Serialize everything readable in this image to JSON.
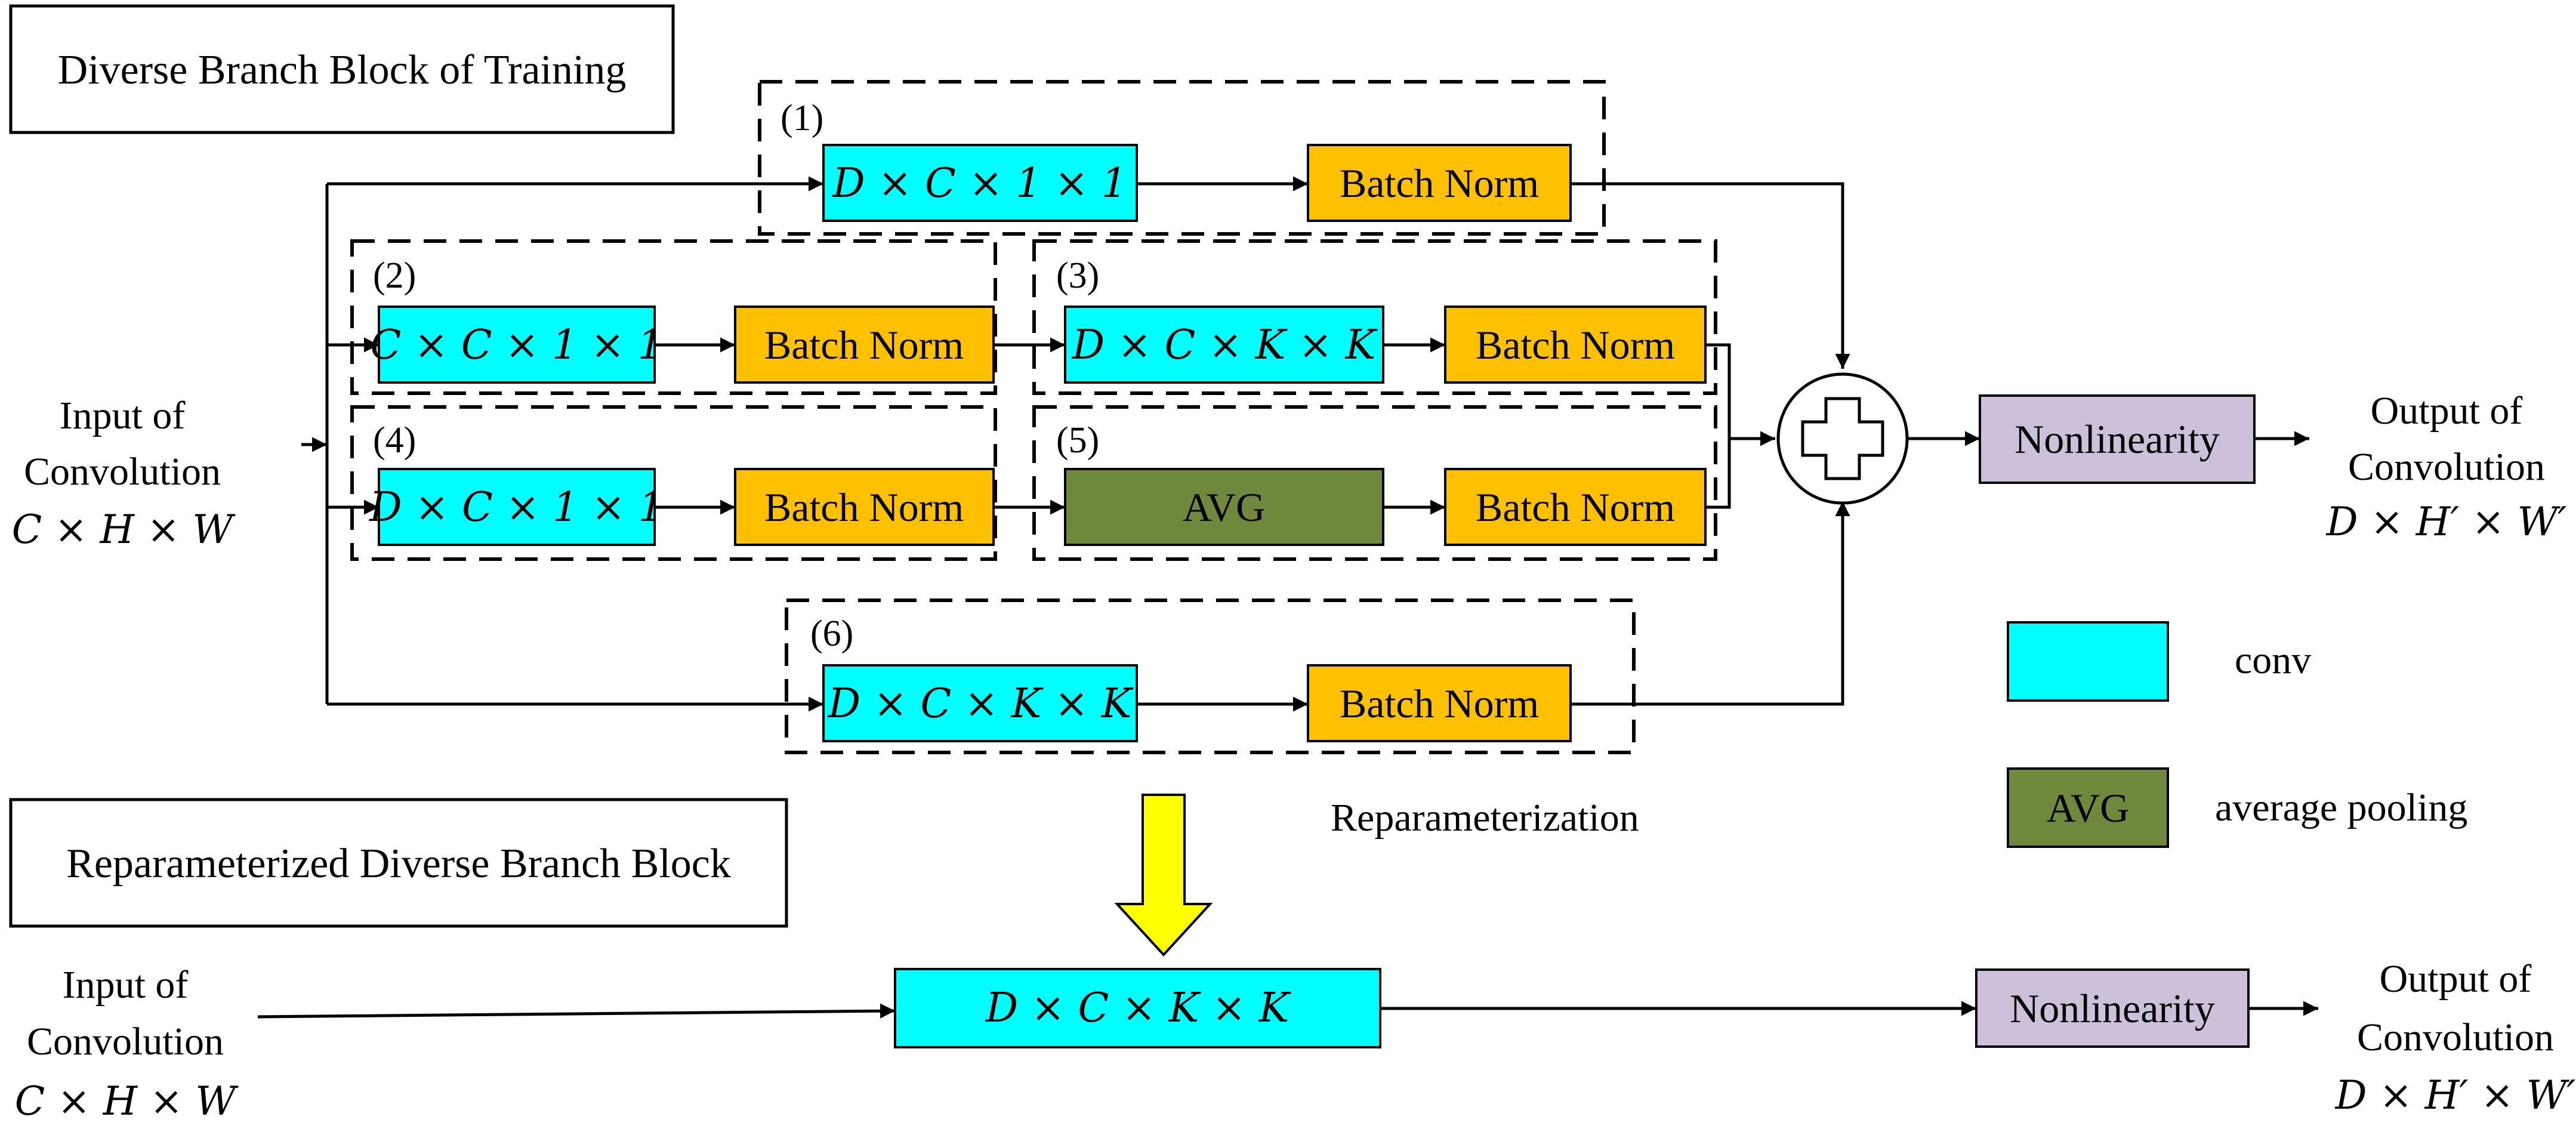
{
  "titles": {
    "training": "Diverse Branch Block of Training",
    "reparam": "Reparameterized Diverse Branch Block"
  },
  "top": {
    "input_label_1": "Input of",
    "input_label_2": "Convolution",
    "input_dims": "C × H × W",
    "output_label_1": "Output of",
    "output_label_2": "Convolution",
    "output_dims": "D × H′ × W′"
  },
  "bottom": {
    "input_label_1": "Input of",
    "input_label_2": "Convolution",
    "input_dims": "C × H × W",
    "output_label_1": "Output of",
    "output_label_2": "Convolution",
    "output_dims": "D × H′ × W′",
    "conv_label": "D × C × K × K",
    "nonlinearity_label": "Nonlinearity"
  },
  "branches": {
    "b1": {
      "tag": "(1)",
      "conv": "D × C × 1 × 1",
      "bn": "Batch Norm"
    },
    "b2": {
      "tag": "(2)",
      "conv": "C × C × 1 × 1",
      "bn": "Batch Norm"
    },
    "b3": {
      "tag": "(3)",
      "conv": "D × C × K × K",
      "bn": "Batch Norm"
    },
    "b4": {
      "tag": "(4)",
      "conv": "D × C × 1 × 1",
      "bn": "Batch Norm"
    },
    "b5": {
      "tag": "(5)",
      "avg": "AVG",
      "bn": "Batch Norm"
    },
    "b6": {
      "tag": "(6)",
      "conv": "D × C × K × K",
      "bn": "Batch Norm"
    }
  },
  "nonlinearity_label": "Nonlinearity",
  "reparameterization_label": "Reparameterization",
  "legend": {
    "conv_label": "conv",
    "avg_box": "AVG",
    "avg_label": "average pooling"
  },
  "colors": {
    "conv": "#00FFFF",
    "batch_norm": "#FFC000",
    "avg": "#70883C",
    "nonlinearity": "#CCC0DA",
    "arrow_down": "#FFFF00"
  }
}
